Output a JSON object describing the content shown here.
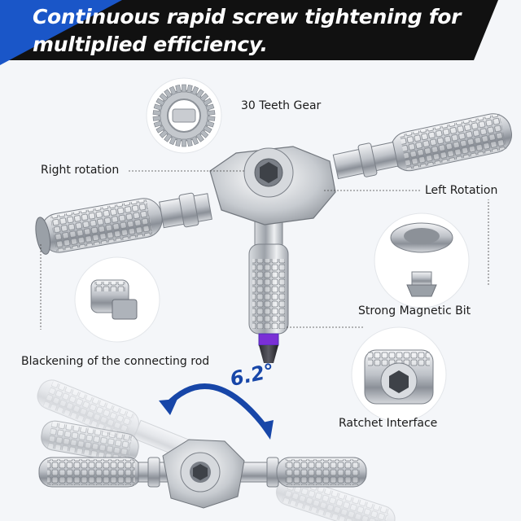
{
  "headline": {
    "line1": "Continuous rapid screw tightening for",
    "line2": "multiplied efficiency."
  },
  "callouts": {
    "gear": "30 Teeth Gear",
    "right_rotation": "Right rotation",
    "left_rotation": "Left Rotation",
    "magnetic_bit": "Strong Magnetic Bit",
    "connecting_rod": "Blackening of the connecting rod",
    "ratchet": "Ratchet Interface"
  },
  "angle_label": "6.2°",
  "colors": {
    "banner": "#111111",
    "banner_accent": "#1a56c8",
    "angle_arrow": "#1746a8",
    "bit_tip": "#7a2fd6"
  }
}
